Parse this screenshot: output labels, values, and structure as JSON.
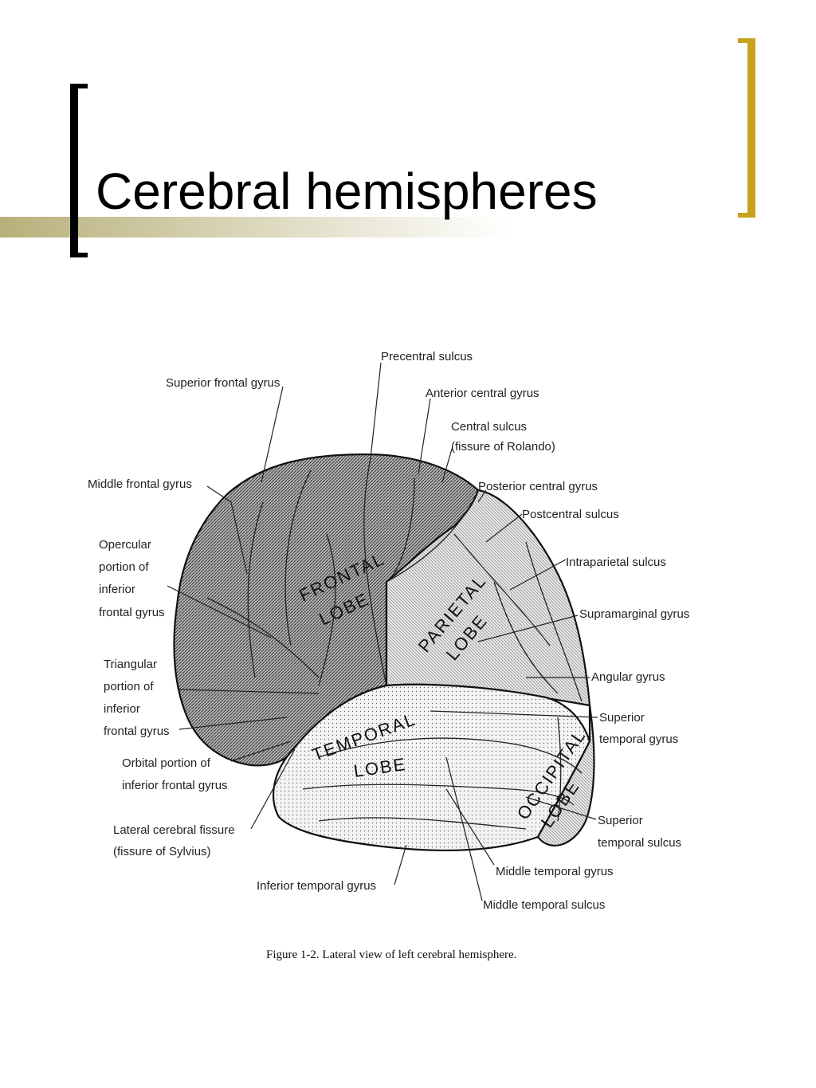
{
  "slide": {
    "title": "Cerebral hemispheres",
    "colors": {
      "accent": "#c9a21b",
      "accent_bar_start": "#b8b07a",
      "text": "#000000"
    }
  },
  "figure": {
    "caption": "Figure 1-2.  Lateral view of left cerebral hemisphere.",
    "lobes": {
      "frontal_1": "FRONTAL",
      "frontal_2": "LOBE",
      "parietal_1": "PARIETAL",
      "parietal_2": "LOBE",
      "temporal_1": "TEMPORAL",
      "temporal_2": "LOBE",
      "occipital_1": "OCCIPITAL",
      "occipital_2": "LOBE"
    },
    "labels": {
      "precentral_sulcus": "Precentral sulcus",
      "superior_frontal_gyrus": "Superior frontal gyrus",
      "anterior_central_gyrus": "Anterior central gyrus",
      "central_sulcus_1": "Central sulcus",
      "central_sulcus_2": "(fissure of Rolando)",
      "middle_frontal_gyrus": "Middle frontal gyrus",
      "posterior_central_gyrus": "Posterior central gyrus",
      "postcentral_sulcus": "Postcentral sulcus",
      "opercular_1": "Opercular",
      "opercular_2": "portion of",
      "opercular_3": "inferior",
      "opercular_4": "frontal gyrus",
      "intraparietal_sulcus": "Intraparietal sulcus",
      "supramarginal_gyrus": "Supramarginal gyrus",
      "triangular_1": "Triangular",
      "triangular_2": "portion of",
      "triangular_3": "inferior",
      "triangular_4": "frontal gyrus",
      "angular_gyrus": "Angular gyrus",
      "superior_temporal_gyrus_1": "Superior",
      "superior_temporal_gyrus_2": "temporal gyrus",
      "orbital_1": "Orbital portion of",
      "orbital_2": "inferior frontal gyrus",
      "lateral_fissure_1": "Lateral cerebral fissure",
      "lateral_fissure_2": "(fissure of Sylvius)",
      "superior_temporal_sulcus_1": "Superior",
      "superior_temporal_sulcus_2": "temporal sulcus",
      "middle_temporal_gyrus": "Middle temporal gyrus",
      "inferior_temporal_gyrus": "Inferior temporal gyrus",
      "middle_temporal_sulcus": "Middle temporal sulcus"
    }
  }
}
